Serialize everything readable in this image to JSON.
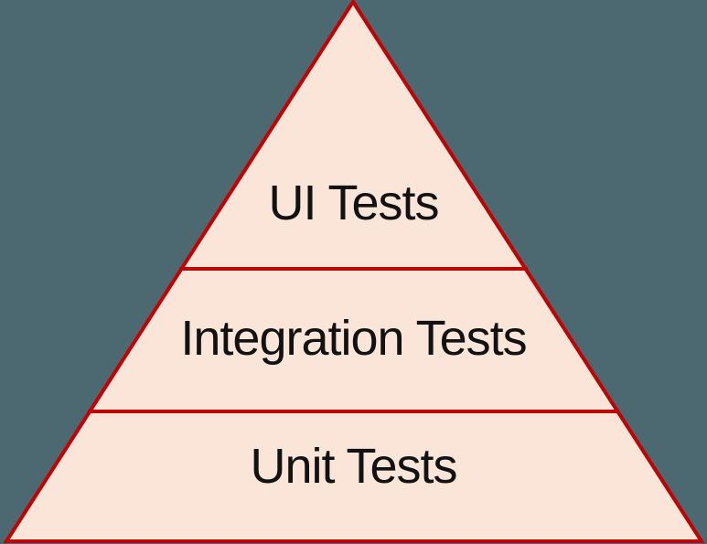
{
  "colors": {
    "background": "#4C6870",
    "pyramid_fill": "#FBE5D8",
    "pyramid_border": "#C00000",
    "label_text": "#121212"
  },
  "pyramid": {
    "levels": [
      {
        "label": "UI Tests"
      },
      {
        "label": "Integration Tests"
      },
      {
        "label": "Unit Tests"
      }
    ]
  }
}
